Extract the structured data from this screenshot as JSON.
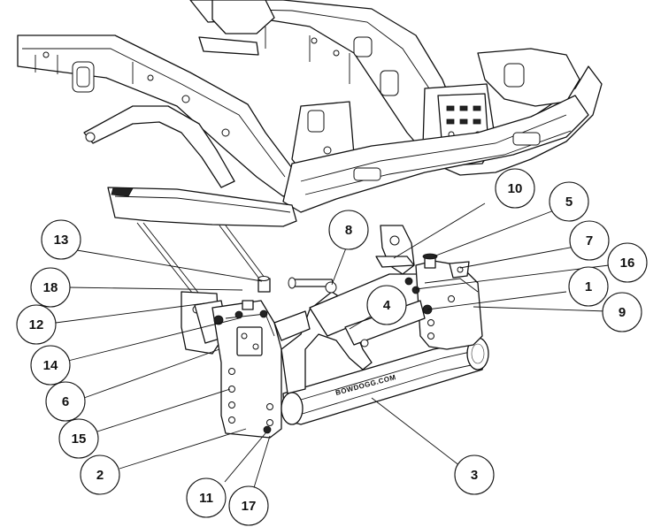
{
  "diagram": {
    "brand_mark": "BOWDOGG.COM",
    "callouts": [
      {
        "id": "c1",
        "label": "1"
      },
      {
        "id": "c2",
        "label": "2"
      },
      {
        "id": "c3",
        "label": "3"
      },
      {
        "id": "c4",
        "label": "4"
      },
      {
        "id": "c5",
        "label": "5"
      },
      {
        "id": "c6",
        "label": "6"
      },
      {
        "id": "c7",
        "label": "7"
      },
      {
        "id": "c8",
        "label": "8"
      },
      {
        "id": "c9",
        "label": "9"
      },
      {
        "id": "c10",
        "label": "10"
      },
      {
        "id": "c11",
        "label": "11"
      },
      {
        "id": "c12",
        "label": "12"
      },
      {
        "id": "c13",
        "label": "13"
      },
      {
        "id": "c14",
        "label": "14"
      },
      {
        "id": "c15",
        "label": "15"
      },
      {
        "id": "c16",
        "label": "16"
      },
      {
        "id": "c17",
        "label": "17"
      },
      {
        "id": "c18",
        "label": "18"
      }
    ]
  }
}
